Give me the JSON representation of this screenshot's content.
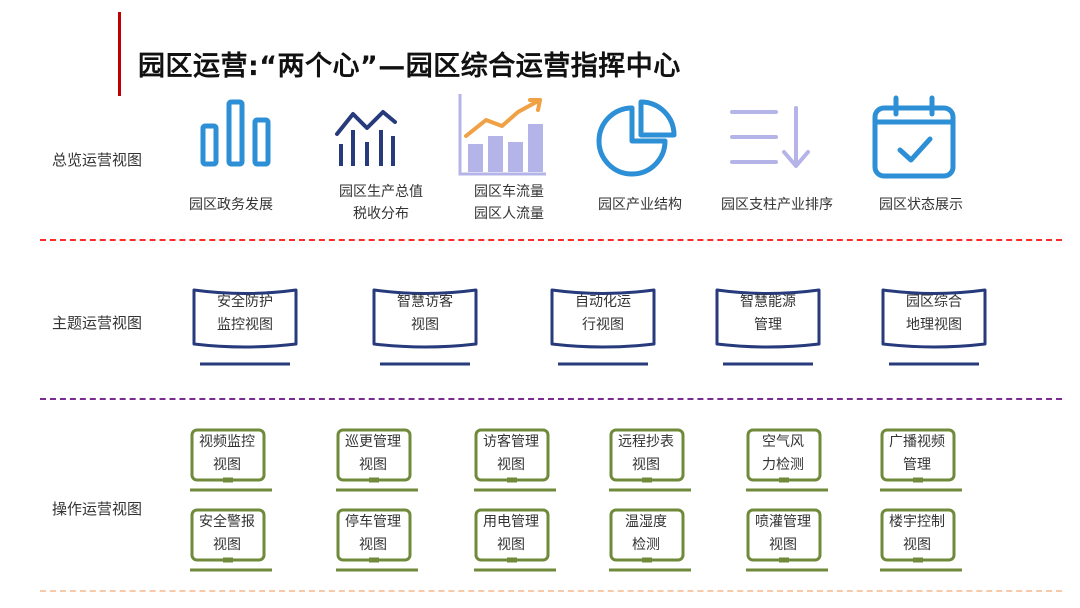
{
  "title": "园区运营:“两个心”—园区综合运营指挥中心",
  "colors": {
    "accent_red": "#c00000",
    "icon_blue": "#2d8fd5",
    "navy": "#263a7c",
    "lavender": "#b5b4e8",
    "orange": "#f0a045",
    "green": "#6f8a3a",
    "sep_red": "#ff2b2b",
    "sep_purple": "#7b2c8f",
    "sep_orange": "#f7c9a8"
  },
  "rows": {
    "overview": {
      "label": "总览运营视图",
      "items": [
        {
          "icon": "bar-chart-icon",
          "lines": [
            "园区政务发展"
          ]
        },
        {
          "icon": "trend-chart-icon",
          "lines": [
            "园区生产总值",
            "税收分布"
          ]
        },
        {
          "icon": "bar-line-chart-icon",
          "lines": [
            "园区车流量",
            "园区人流量"
          ]
        },
        {
          "icon": "pie-chart-icon",
          "lines": [
            "园区产业结构"
          ]
        },
        {
          "icon": "sort-descending-icon",
          "lines": [
            "园区支柱产业排序"
          ]
        },
        {
          "icon": "calendar-check-icon",
          "lines": [
            "园区状态展示"
          ]
        }
      ]
    },
    "theme": {
      "label": "主题运营视图",
      "items": [
        {
          "lines": [
            "安全防护",
            "监控视图"
          ]
        },
        {
          "lines": [
            "智慧访客",
            "视图"
          ]
        },
        {
          "lines": [
            "自动化运",
            "行视图"
          ]
        },
        {
          "lines": [
            "智慧能源",
            "管理"
          ]
        },
        {
          "lines": [
            "园区综合",
            "地理视图"
          ]
        }
      ]
    },
    "operation": {
      "label": "操作运营视图",
      "items_top": [
        {
          "lines": [
            "视频监控",
            "视图"
          ]
        },
        {
          "lines": [
            "巡更管理",
            "视图"
          ]
        },
        {
          "lines": [
            "访客管理",
            "视图"
          ]
        },
        {
          "lines": [
            "远程抄表",
            "视图"
          ]
        },
        {
          "lines": [
            "空气风",
            "力检测"
          ]
        },
        {
          "lines": [
            "广播视频",
            "管理"
          ]
        }
      ],
      "items_bottom": [
        {
          "lines": [
            "安全警报",
            "视图"
          ]
        },
        {
          "lines": [
            "停车管理",
            "视图"
          ]
        },
        {
          "lines": [
            "用电管理",
            "视图"
          ]
        },
        {
          "lines": [
            "温湿度",
            "检测"
          ]
        },
        {
          "lines": [
            "喷灌管理",
            "视图"
          ]
        },
        {
          "lines": [
            "楼宇控制",
            "视图"
          ]
        }
      ]
    }
  }
}
